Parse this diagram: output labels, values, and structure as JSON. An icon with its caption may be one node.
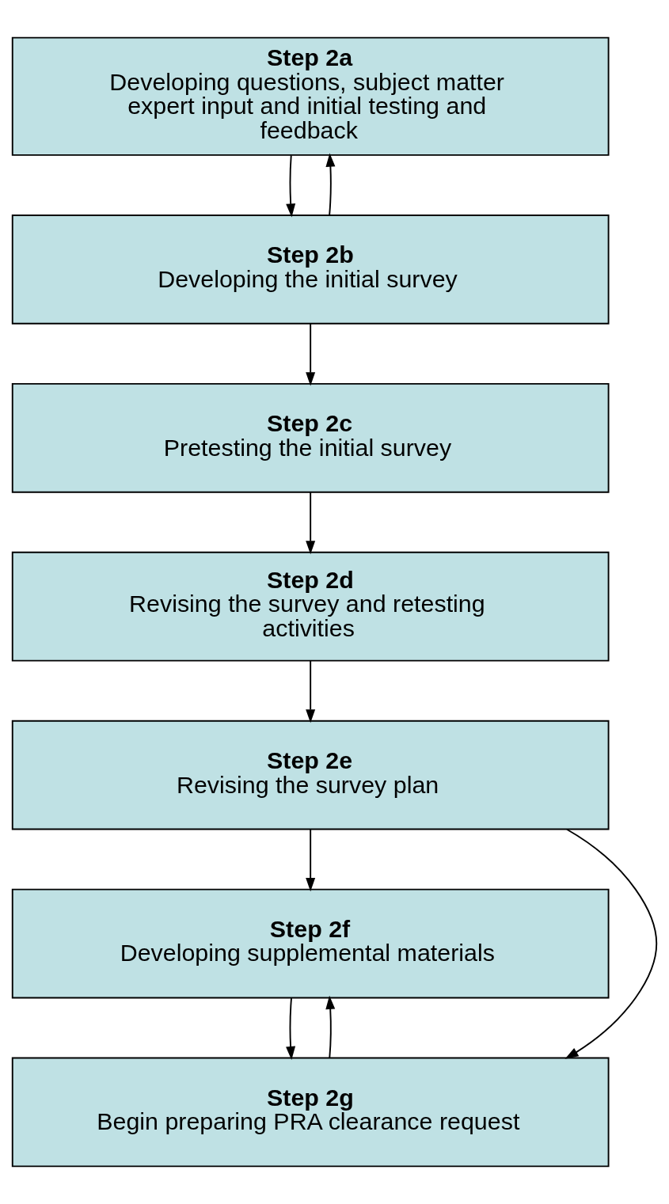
{
  "diagram": {
    "nodes": [
      {
        "text": [
          "Step 2a",
          "Developing questions, subject matter expert input and initial testing and feedback"
        ]
      },
      {
        "text": [
          "Step 2b",
          "Developing the initial survey"
        ]
      },
      {
        "text": [
          "Step 2c",
          "Pretesting the initial survey"
        ]
      },
      {
        "text": [
          "Step 2d",
          "Revising the survey and retesting activities"
        ]
      },
      {
        "text": [
          "Step 2e",
          "Revising the survey plan"
        ]
      },
      {
        "text": [
          "Step 2f",
          "Developing supplemental materials"
        ]
      },
      {
        "text": [
          "Step 2g",
          "Begin preparing PRA clearance request"
        ]
      }
    ],
    "edges": [
      {
        "from": 0,
        "to": 1,
        "arrow": "to"
      },
      {
        "from": 1,
        "to": 0,
        "arrow": "to"
      },
      {
        "from": 1,
        "to": 2,
        "arrow": "to"
      },
      {
        "from": 2,
        "to": 3,
        "arrow": "to"
      },
      {
        "from": 3,
        "to": 4,
        "arrow": "to"
      },
      {
        "from": 4,
        "to": 5,
        "arrow": "to"
      },
      {
        "from": 5,
        "to": 6,
        "arrow": "to"
      },
      {
        "from": 6,
        "to": 5,
        "arrow": "to"
      },
      {
        "from": 4,
        "to": 6,
        "arrow": "to"
      }
    ]
  }
}
